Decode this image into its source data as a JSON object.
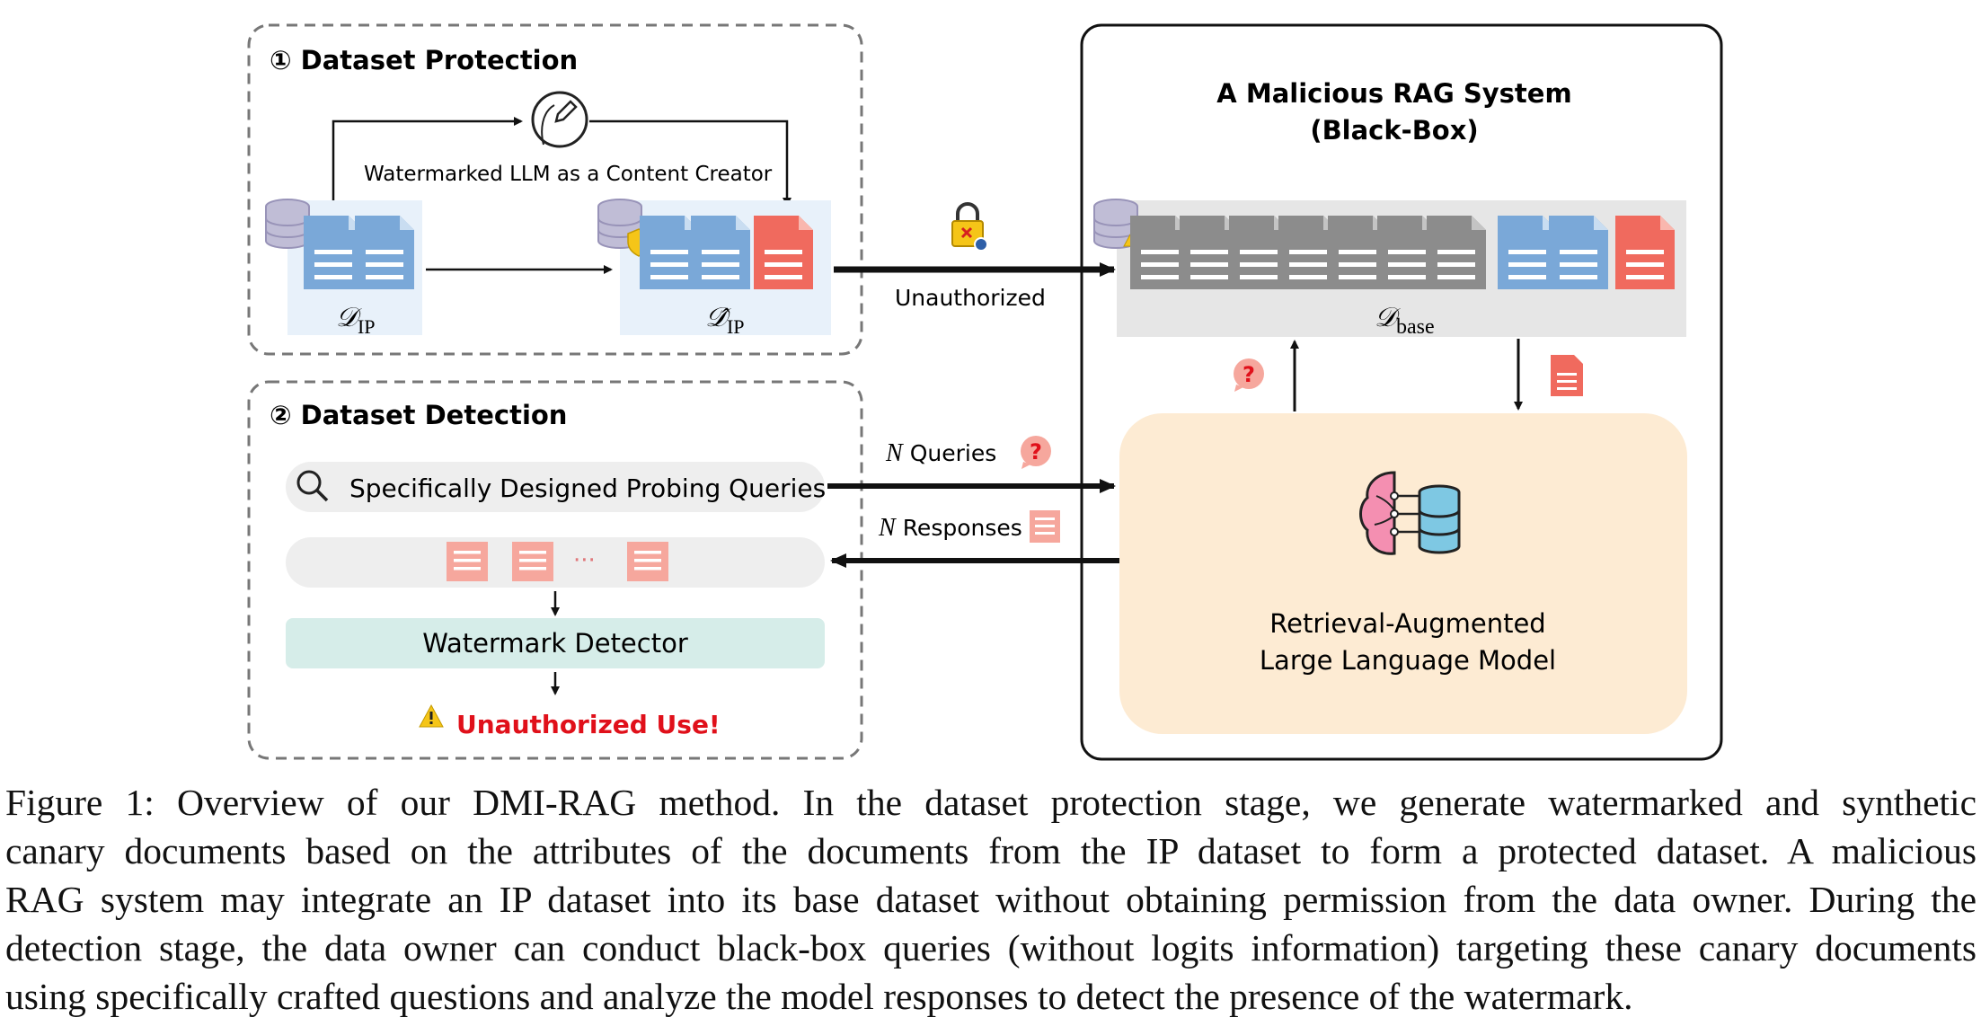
{
  "protection": {
    "title": "① Dataset Protection",
    "creator_label": "Watermarked LLM as a Content Creator",
    "dip_main": "𝒟",
    "dip_sub": "IP",
    "dip_hat_main": "𝒟̂",
    "dip_hat_sub": "IP"
  },
  "unauthorized_label": "Unauthorized",
  "detection": {
    "title": "② Dataset Detection",
    "probe_label": "Specifically Designed Probing Queries",
    "ellipsis": "···",
    "detector_label": "Watermark Detector",
    "alert_label": "Unauthorized Use!"
  },
  "queries_n": "N",
  "queries_label": "Queries",
  "responses_n": "N",
  "responses_label": "Responses",
  "rag": {
    "title_line1": "A Malicious RAG System",
    "title_line2": "(Black-Box)",
    "base_main": "𝒟",
    "base_sub": "base",
    "llm_line1": "Retrieval-Augmented",
    "llm_line2": "Large Language Model"
  },
  "caption_lines": [
    "Figure 1: Overview of our DMI-RAG method. In the dataset protection stage, we generate watermarked and synthetic",
    "canary documents based on the attributes of the documents from the IP dataset to form a protected dataset. A malicious",
    "RAG system may integrate an IP dataset into its base dataset without obtaining permission from the data owner. During the",
    "detection stage, the data owner can conduct black-box queries (without logits information) targeting these canary documents",
    "using specifically crafted questions and analyze the model responses to detect the presence of the watermark."
  ],
  "colors": {
    "doc_blue": "#7aa8d8",
    "doc_red": "#f06a5e",
    "doc_gray": "#8c8c8c",
    "panel_light_blue": "#e8f1fa",
    "panel_gray": "#e6e6e6",
    "llm_panel": "#fdebd3",
    "detector_fill": "#d6ede9",
    "pill_fill": "#eeeeee",
    "alert_red": "#e0101a",
    "warning_yellow": "#f5c518"
  }
}
